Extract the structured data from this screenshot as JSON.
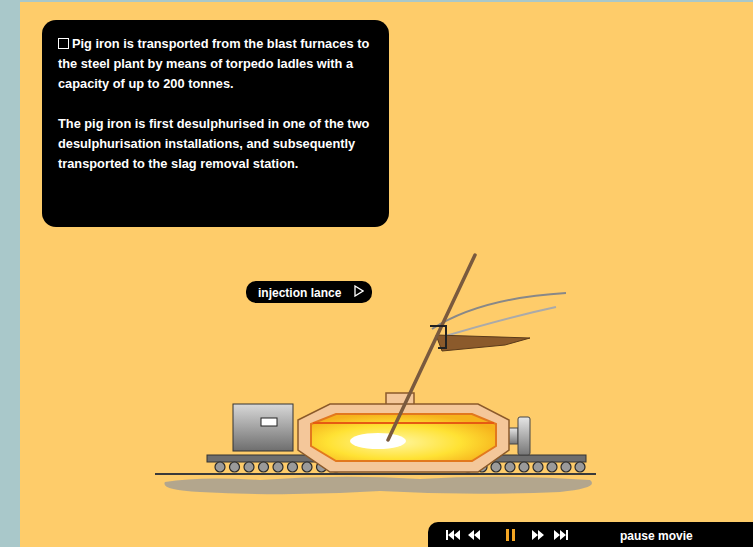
{
  "diagram": {
    "nodes": [
      {
        "text": [
          "Pig iron is transported from the blast furnaces to the steel plant by means of torpedo ladles with a capacity of up to 200 tonnes.",
          "The pig iron is first desulphurised in one of the two desulphurisation installations, and subsequently transported to the slag removal station."
        ]
      },
      {
        "text": [
          "injection lance"
        ]
      },
      {
        "text": [
          "pause movie"
        ]
      }
    ]
  }
}
